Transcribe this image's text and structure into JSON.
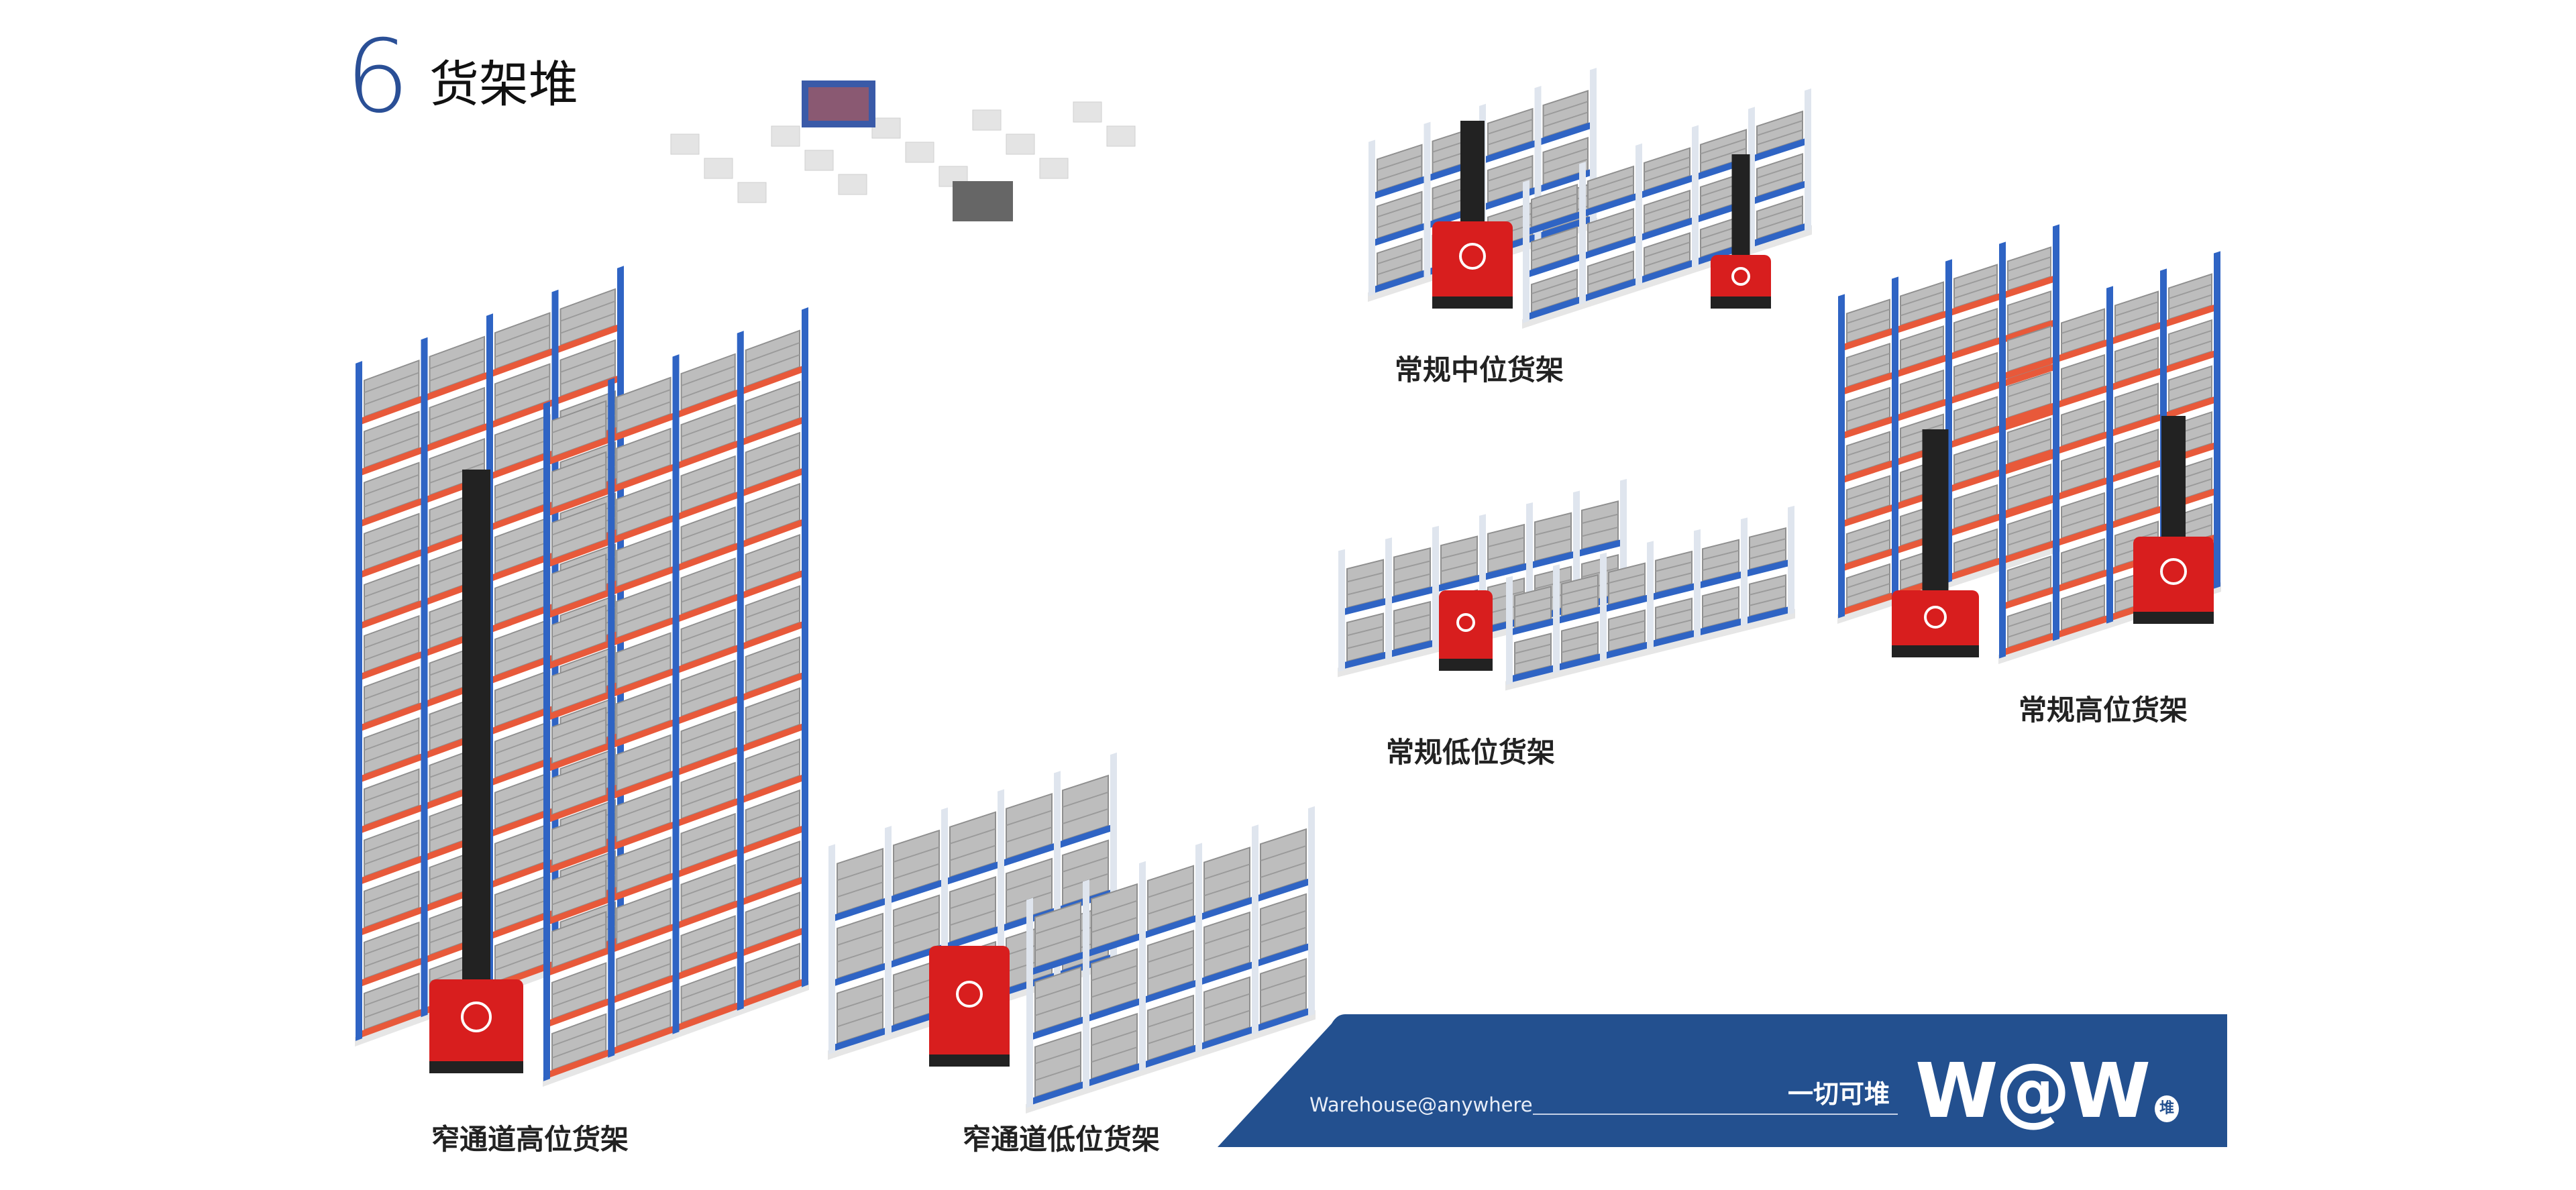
{
  "header": {
    "section_number": "6",
    "section_title": "货架堆"
  },
  "racks": [
    {
      "id": "narrow-aisle-high",
      "label": "窄通道高位货架"
    },
    {
      "id": "narrow-aisle-low",
      "label": "窄通道低位货架"
    },
    {
      "id": "standard-mid",
      "label": "常规中位货架"
    },
    {
      "id": "standard-low",
      "label": "常规低位货架"
    },
    {
      "id": "standard-high",
      "label": "常规高位货架"
    }
  ],
  "banner": {
    "slogan_en": "Warehouse@anywhere",
    "slogan_cn": "一切可堆",
    "logo_text": "W@W",
    "logo_badge": "堆"
  },
  "colors": {
    "brand_blue": "#23508f",
    "title_blue": "#2a4f96",
    "upright_blue": "#2f64c4",
    "beam_orange": "#e8593a",
    "forklift_red": "#d81e1e"
  }
}
